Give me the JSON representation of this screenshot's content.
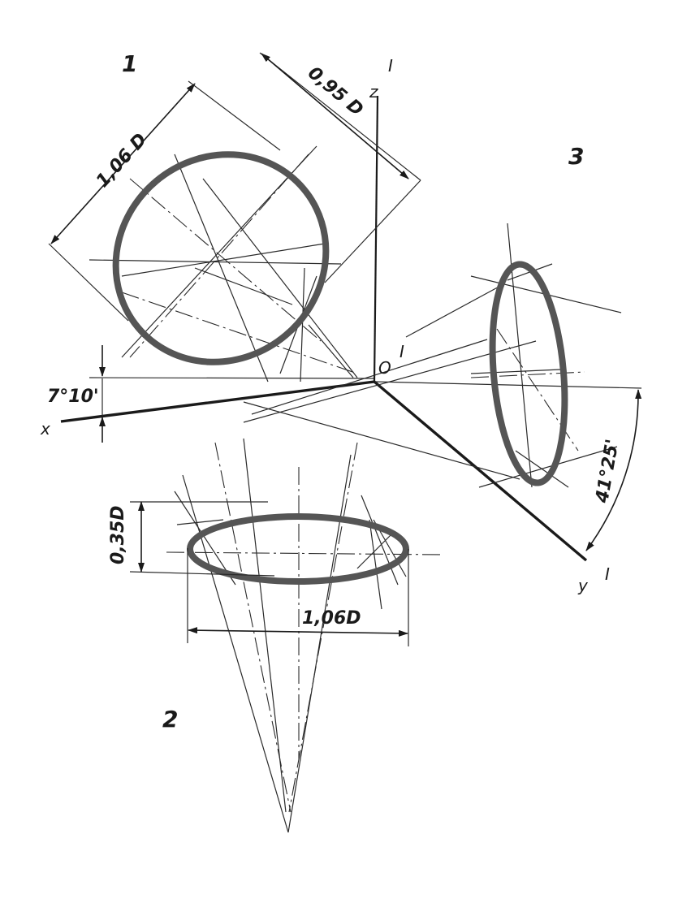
{
  "figure": {
    "labels": {
      "view1": "1",
      "view2": "2",
      "view3": "3",
      "axis_z": "z",
      "axis_x": "x",
      "axis_y": "y",
      "origin": "O",
      "tick_z": "I",
      "tick_o": "I",
      "tick_y": "I"
    },
    "dimensions": {
      "major_1": "1,06 D",
      "minor_1": "0,95 D",
      "major_2": "1,06D",
      "minor_2": "0,35D",
      "angle_x": "7°10'",
      "angle_y": "41°25'"
    }
  }
}
